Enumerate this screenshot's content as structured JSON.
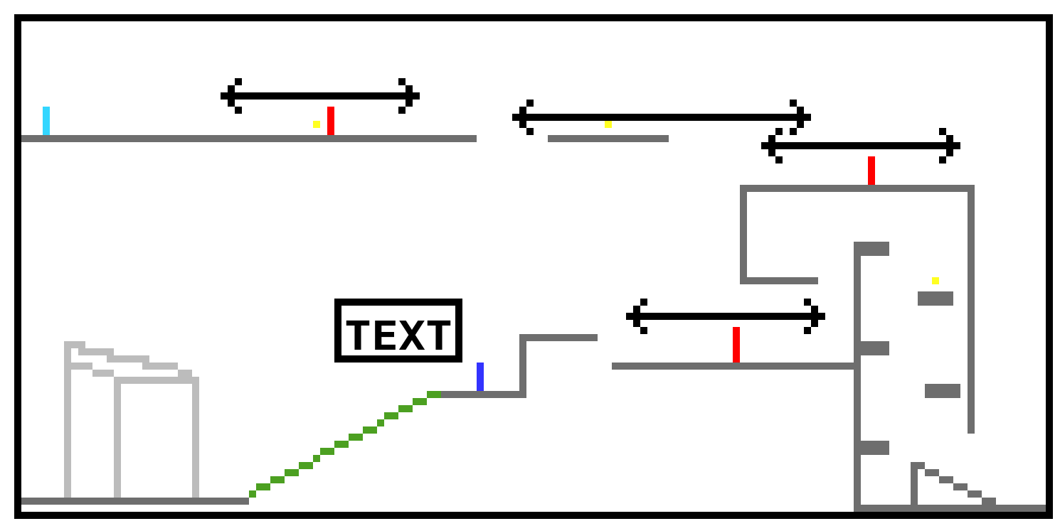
{
  "level": {
    "text_sign": "TEXT",
    "colors": {
      "border": "#000000",
      "platform": "#6e6e6e",
      "background_structure": "#bcbcbc",
      "slope": "#4ca021",
      "spawn_marker": "#33d6ff",
      "hazard_marker": "#ff0000",
      "exit_marker": "#3333ff",
      "collectible": "#ffff22",
      "arrow": "#000000"
    },
    "elements": {
      "moving_platform_paths": 4,
      "hazards": 3,
      "collectibles": 3,
      "spawn_points": 1,
      "exit_points": 1
    }
  }
}
